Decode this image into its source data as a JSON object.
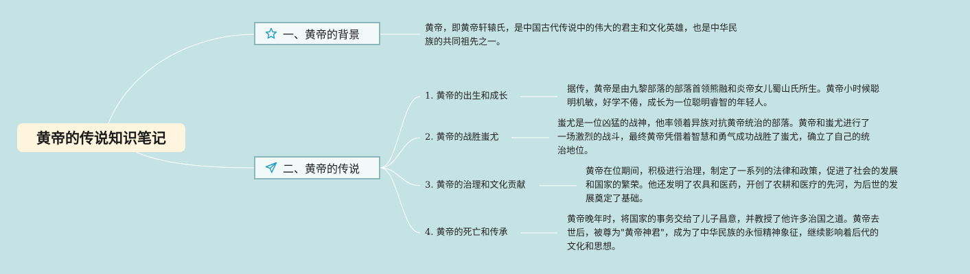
{
  "root": {
    "title": "黄帝的传说知识笔记"
  },
  "branch1": {
    "icon": "star-icon",
    "label": "一、黄帝的背景",
    "note_line1": "黄帝，即黄帝轩辕氏，是中国古代传说中的伟大的君主和文化英雄，也是中华民",
    "note_line2": "族的共同祖先之一。"
  },
  "branch2": {
    "icon": "paper-plane-icon",
    "label": "二、黄帝的传说",
    "topics": [
      {
        "label": "1. 黄帝的出生和成长",
        "lines": [
          "据传，黄帝是由九黎部落的部落首领熊融和炎帝女儿蜀山氏所生。黄帝小时候聪",
          "明机敏，好学不倦，成长为一位聪明睿智的年轻人。"
        ]
      },
      {
        "label": "2. 黄帝的战胜蚩尤",
        "lines": [
          "蚩尤是一位凶猛的战神，他率领着异族对抗黄帝统治的部落。黄帝和蚩尤进行了",
          "一场激烈的战斗，最终黄帝凭借着智慧和勇气成功战胜了蚩尤，确立了自己的统",
          "治地位。"
        ]
      },
      {
        "label": "3. 黄帝的治理和文化贡献",
        "lines": [
          "黄帝在位期间，积极进行治理，制定了一系列的法律和政策，促进了社会的发展",
          "和国家的繁荣。他还发明了农具和医药，开创了农耕和医疗的先河，为后世的发",
          "展奠定了基础。"
        ]
      },
      {
        "label": "4. 黄帝的死亡和传承",
        "lines": [
          "黄帝晚年时，将国家的事务交给了儿子昌意，并教授了他许多治国之道。黄帝去",
          "世后，被尊为\"黄帝神君\"，成为了中华民族的永恒精神象征，继续影响着后代的",
          "文化和思想。"
        ]
      }
    ]
  },
  "colors": {
    "background": "#c5e3e5",
    "root_fill": "#fdf5dd",
    "branch_border": "#8bb7bb",
    "icon": "#2a9fc4",
    "connector": "#ffffff"
  }
}
